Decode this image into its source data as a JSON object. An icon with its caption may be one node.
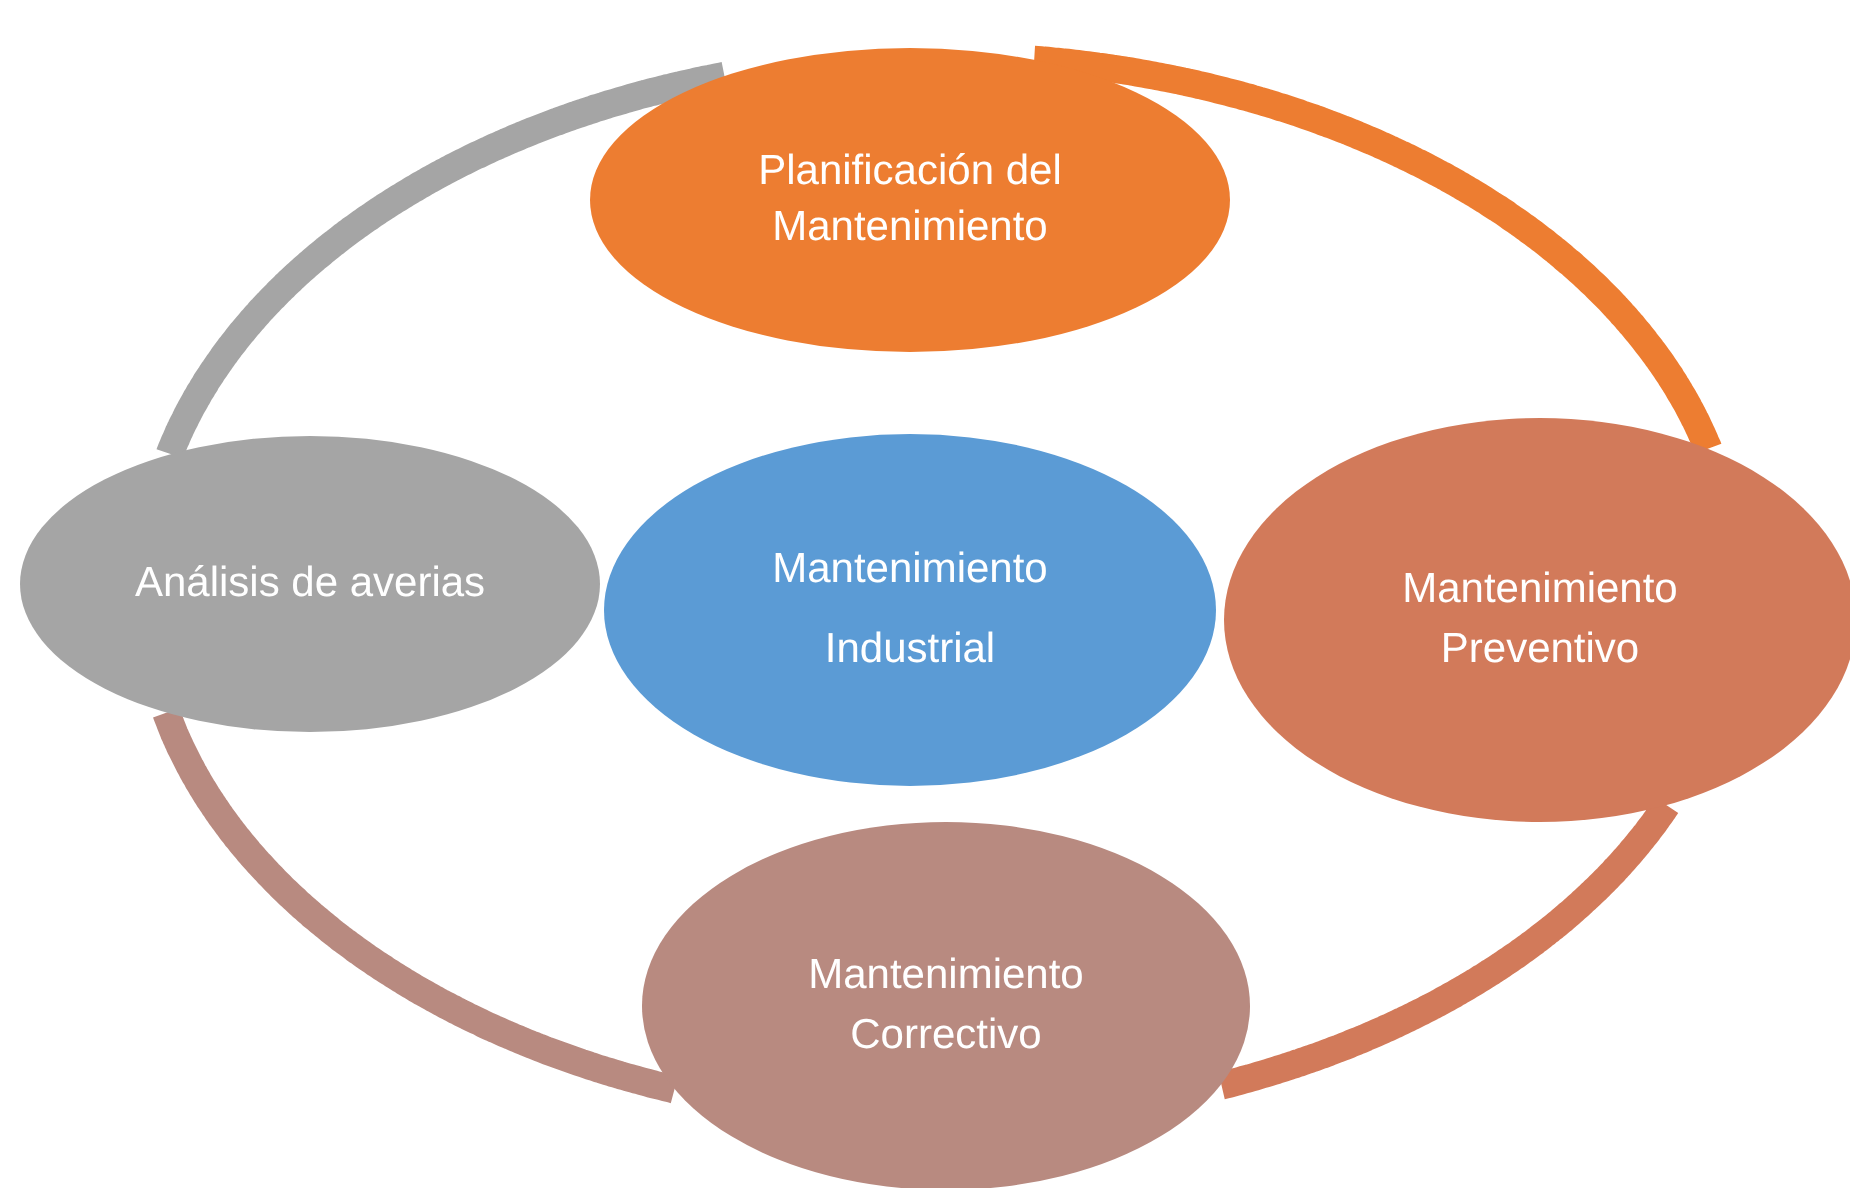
{
  "diagram": {
    "nodes": [
      {
        "text": [
          "Planificación del Mantenimiento"
        ]
      },
      {
        "text": [
          "Análisis de averias"
        ]
      },
      {
        "text": [
          "Mantenimiento Industrial"
        ]
      },
      {
        "text": [
          "Mantenimiento Preventivo"
        ]
      },
      {
        "text": [
          "Mantenimiento Correctivo"
        ]
      }
    ],
    "edges": [
      {
        "from": 0,
        "to": 3,
        "arrow": "none",
        "color": "#ed7d31"
      },
      {
        "from": 3,
        "to": 4,
        "arrow": "none",
        "color": "#d27a5a"
      },
      {
        "from": 4,
        "to": 1,
        "arrow": "none",
        "color": "#b88a80"
      },
      {
        "from": 1,
        "to": 0,
        "arrow": "none",
        "color": "#a5a5a5"
      }
    ]
  }
}
